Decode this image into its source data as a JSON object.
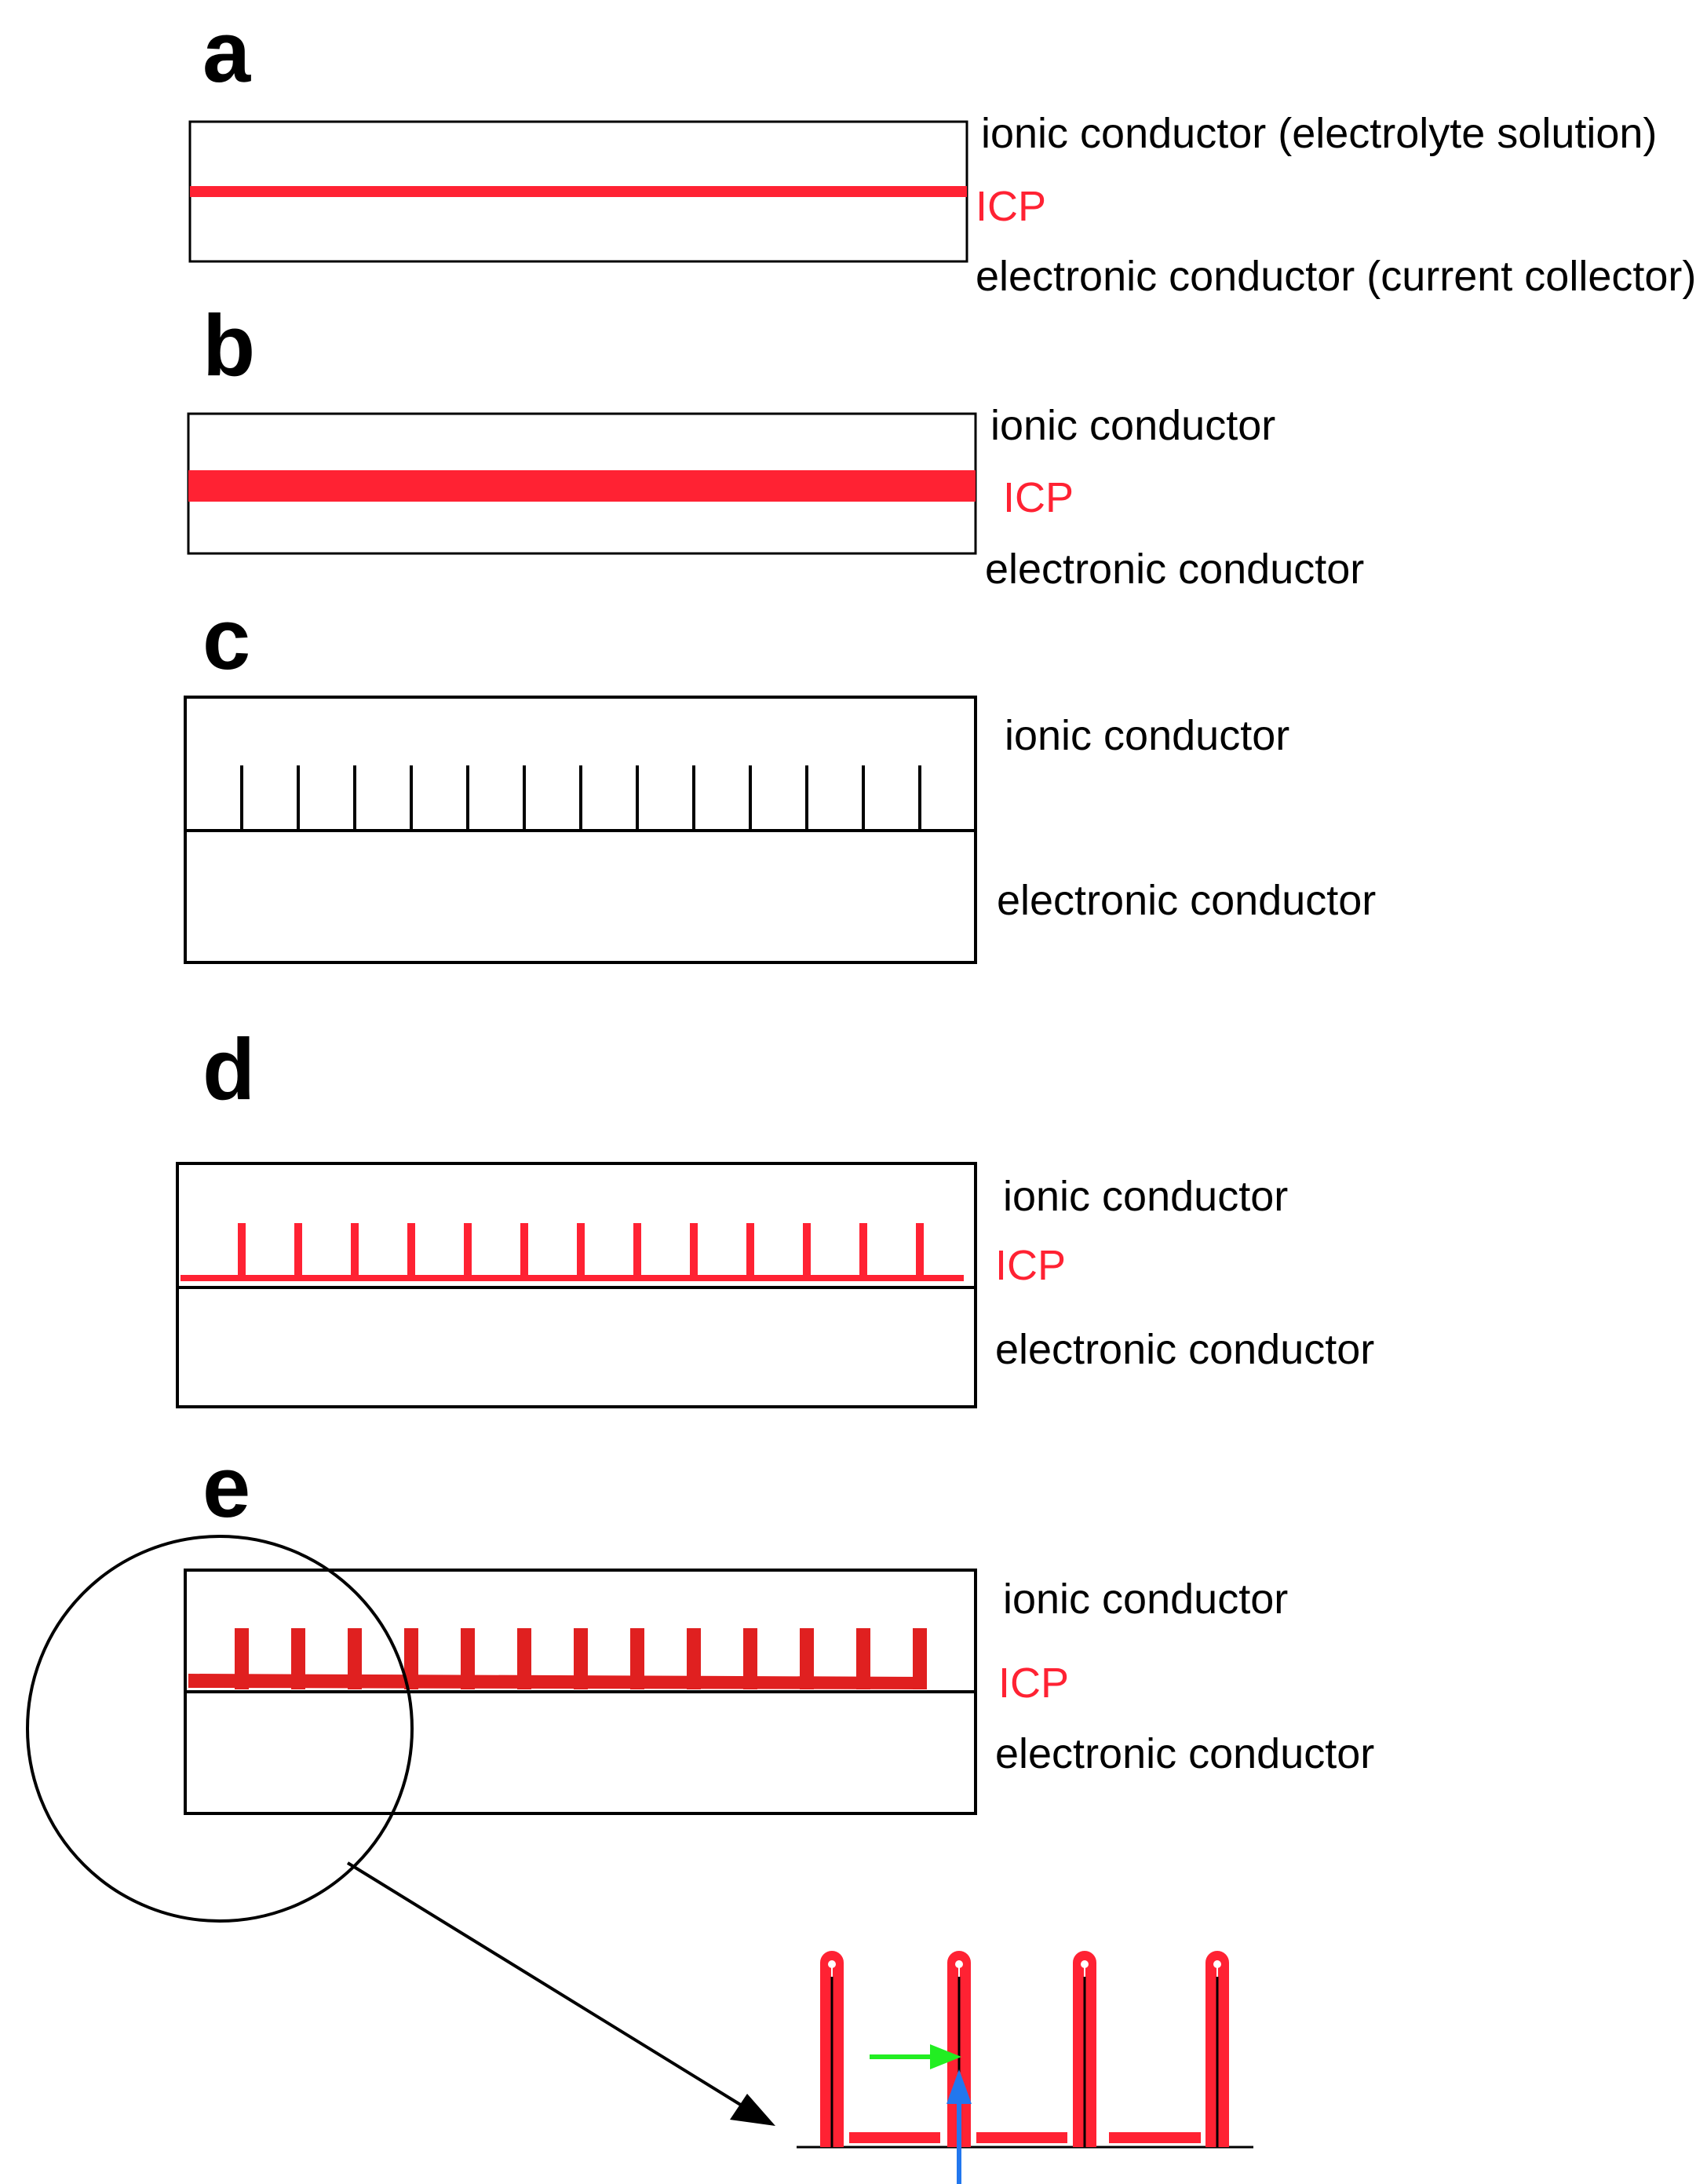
{
  "colors": {
    "icp": "#ff2233",
    "icp_dark": "#e02020",
    "outline": "#000000",
    "green_arrow": "#22ee22",
    "blue_arrow": "#2277ee"
  },
  "panels": {
    "a": {
      "letter": "a",
      "top_label": "ionic conductor (electrolyte solution)",
      "icp_label": "ICP",
      "bottom_label": "electronic conductor (current collector)"
    },
    "b": {
      "letter": "b",
      "top_label": "ionic conductor",
      "icp_label": "ICP",
      "bottom_label": "electronic conductor"
    },
    "c": {
      "letter": "c",
      "top_label": "ionic conductor",
      "bottom_label": "electronic conductor"
    },
    "d": {
      "letter": "d",
      "top_label": "ionic conductor",
      "icp_label": "ICP",
      "bottom_label": "electronic conductor"
    },
    "e": {
      "letter": "e",
      "top_label": "ionic conductor",
      "icp_label": "ICP",
      "bottom_label": "electronic conductor"
    }
  }
}
